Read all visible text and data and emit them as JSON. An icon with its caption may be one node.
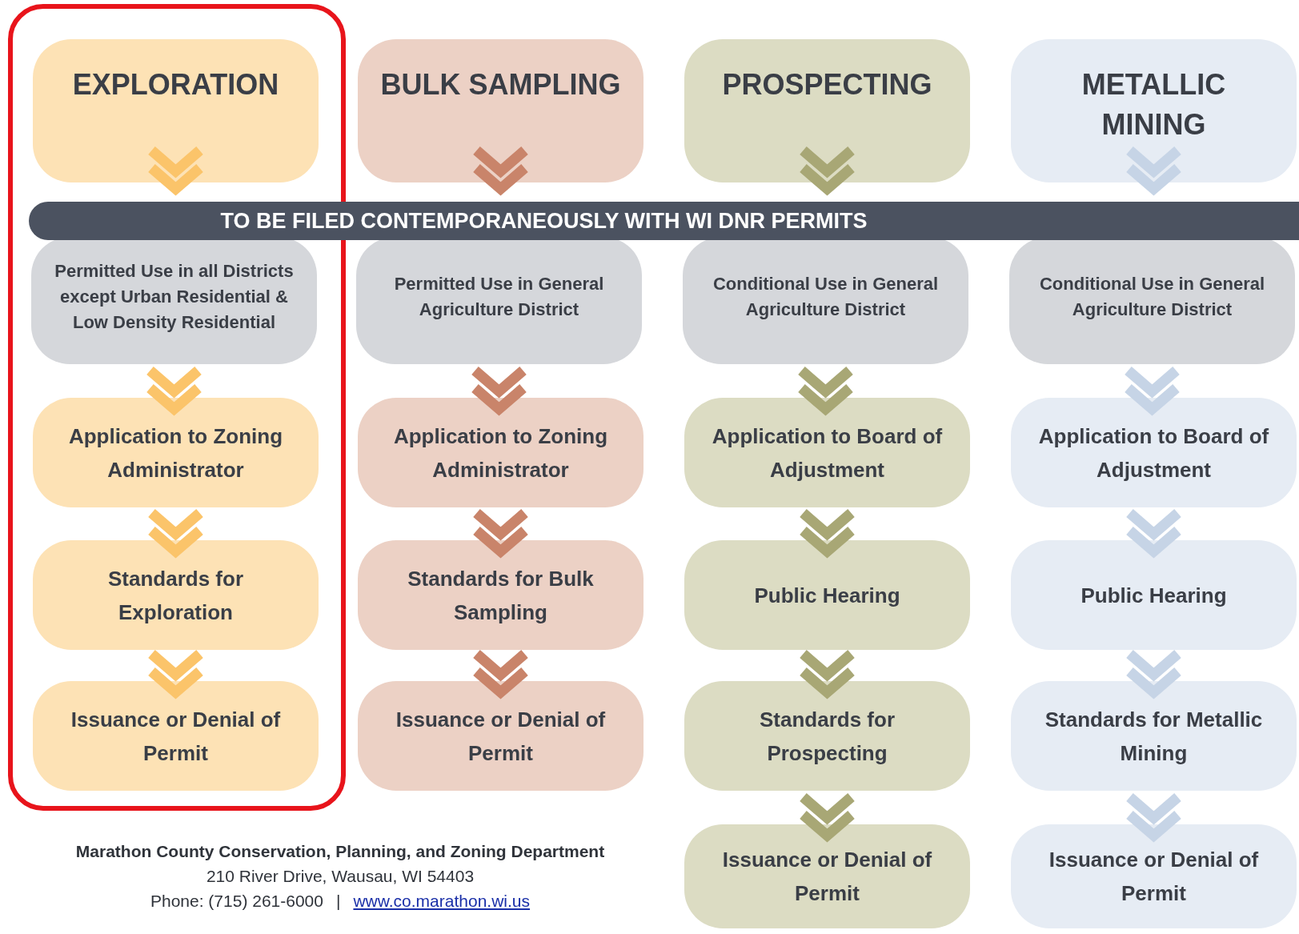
{
  "diagram": {
    "nodes": [
      {
        "text": [
          "EXPLORATION"
        ]
      },
      {
        "text": [
          "BULK SAMPLING"
        ]
      },
      {
        "text": [
          "PROSPECTING"
        ]
      },
      {
        "text": [
          "METALLIC MINING"
        ]
      },
      {
        "text": [
          "TO BE FILED CONTEMPORANEOUSLY WITH WI DNR PERMITS"
        ]
      },
      {
        "text": [
          "Permitted Use in all Districts except Urban Residential & Low Density Residential"
        ]
      },
      {
        "text": [
          "Application to Zoning Administrator"
        ]
      },
      {
        "text": [
          "Standards for Exploration"
        ]
      },
      {
        "text": [
          "Issuance or Denial of Permit"
        ]
      },
      {
        "text": [
          "Permitted Use in General Agriculture District"
        ]
      },
      {
        "text": [
          "Application to Zoning Administrator"
        ]
      },
      {
        "text": [
          "Standards for Bulk Sampling"
        ]
      },
      {
        "text": [
          "Issuance or Denial of Permit"
        ]
      },
      {
        "text": [
          "Conditional Use in General Agriculture District"
        ]
      },
      {
        "text": [
          "Application to Board of Adjustment"
        ]
      },
      {
        "text": [
          "Public Hearing"
        ]
      },
      {
        "text": [
          "Standards for Prospecting"
        ]
      },
      {
        "text": [
          "Issuance or Denial of Permit"
        ]
      },
      {
        "text": [
          "Conditional Use in General Agriculture District"
        ]
      },
      {
        "text": [
          "Application to Board of Adjustment"
        ]
      },
      {
        "text": [
          "Public Hearing"
        ]
      },
      {
        "text": [
          "Standards for Metallic Mining"
        ]
      },
      {
        "text": [
          "Issuance or Denial of Permit"
        ]
      }
    ],
    "edges": [
      {
        "from": 0,
        "to": 5,
        "arrow": "to",
        "color": "#fbc46a"
      },
      {
        "from": 5,
        "to": 6,
        "arrow": "to",
        "color": "#fbc46a"
      },
      {
        "from": 6,
        "to": 7,
        "arrow": "to",
        "color": "#fbc46a"
      },
      {
        "from": 7,
        "to": 8,
        "arrow": "to",
        "color": "#fbc46a"
      },
      {
        "from": 1,
        "to": 9,
        "arrow": "to",
        "color": "#c9846a"
      },
      {
        "from": 9,
        "to": 10,
        "arrow": "to",
        "color": "#c9846a"
      },
      {
        "from": 10,
        "to": 11,
        "arrow": "to",
        "color": "#c9846a"
      },
      {
        "from": 11,
        "to": 12,
        "arrow": "to",
        "color": "#c9846a"
      },
      {
        "from": 2,
        "to": 13,
        "arrow": "to",
        "color": "#a8a775"
      },
      {
        "from": 13,
        "to": 14,
        "arrow": "to",
        "color": "#a8a775"
      },
      {
        "from": 14,
        "to": 15,
        "arrow": "to",
        "color": "#a8a775"
      },
      {
        "from": 15,
        "to": 16,
        "arrow": "to",
        "color": "#a8a775"
      },
      {
        "from": 16,
        "to": 17,
        "arrow": "to",
        "color": "#a8a775"
      },
      {
        "from": 3,
        "to": 18,
        "arrow": "to",
        "color": "#c6d4e6"
      },
      {
        "from": 18,
        "to": 19,
        "arrow": "to",
        "color": "#c6d4e6"
      },
      {
        "from": 19,
        "to": 20,
        "arrow": "to",
        "color": "#c6d4e6"
      },
      {
        "from": 20,
        "to": 21,
        "arrow": "to",
        "color": "#c6d4e6"
      },
      {
        "from": 21,
        "to": 22,
        "arrow": "to",
        "color": "#c6d4e6"
      }
    ],
    "labels": [
      "Marathon County Conservation, Planning, and Zoning Department",
      "210 River Drive, Wausau, WI 54403",
      "Phone: (715) 261-6000",
      "|",
      "www.co.marathon.wi.us"
    ]
  }
}
